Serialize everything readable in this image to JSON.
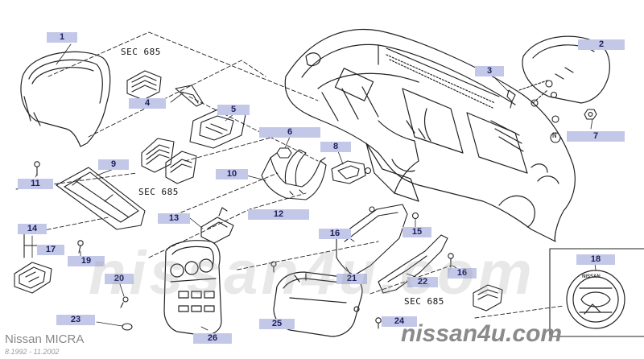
{
  "diagram": {
    "part_numbers": [
      "1",
      "2",
      "3",
      "4",
      "5",
      "6",
      "7",
      "8",
      "9",
      "10",
      "11",
      "12",
      "13",
      "14",
      "15",
      "16",
      "16",
      "17",
      "18",
      "19",
      "20",
      "21",
      "22",
      "23",
      "24",
      "25",
      "26"
    ],
    "section_refs": [
      "SEC 685",
      "SEC 685",
      "SEC 685"
    ],
    "n_marker": "N",
    "emblem_text": "NISSAN"
  },
  "watermark": {
    "ghost": "nissan4u.com",
    "site": "nissan4u.com"
  },
  "caption": {
    "model": "Nissan MICRA",
    "period": "8.1992 - 11.2002"
  },
  "colors": {
    "label_bg": "#c4c8e8",
    "label_text": "#1b1f5c",
    "line": "#222222"
  }
}
